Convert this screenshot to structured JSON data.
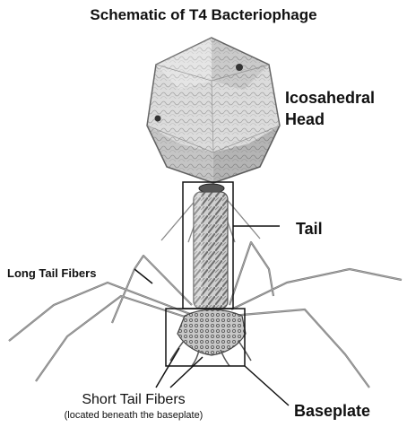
{
  "diagram": {
    "title": "Schematic of T4 Bacteriophage",
    "labels": {
      "head_line1": "Icosahedral",
      "head_line2": "Head",
      "tail": "Tail",
      "long_tail_fibers": "Long Tail Fibers",
      "baseplate": "Baseplate",
      "short_tail_fibers": "Short Tail Fibers",
      "short_tail_fibers_note": "(located beneath the baseplate)"
    },
    "colors": {
      "ink": "#111111",
      "head_fill": "#d9d9d9",
      "head_shade": "#8a8a8a",
      "tail_fill": "#bfbfbf",
      "fiber": "#777777",
      "background": "#ffffff"
    }
  }
}
